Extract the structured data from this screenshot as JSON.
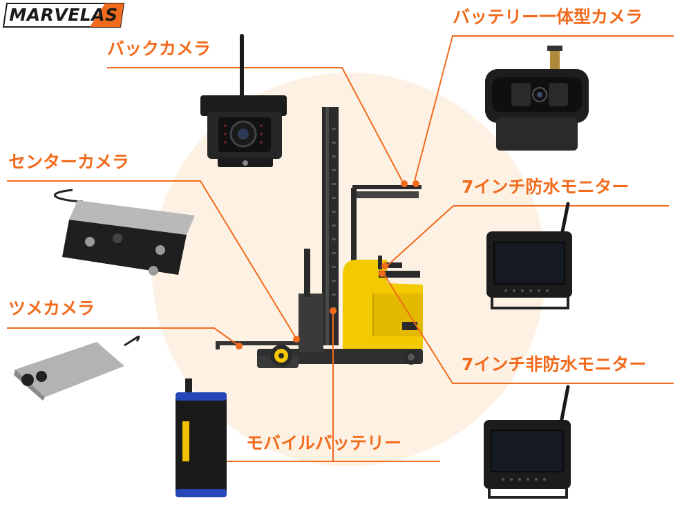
{
  "brand": {
    "logo_text": "MARVELAS",
    "accent_color": "#f26b1d"
  },
  "labels": {
    "back_camera": "バックカメラ",
    "battery_camera": "バッテリー一体型カメラ",
    "center_camera": "センターカメラ",
    "monitor_waterproof": "7インチ防水モニター",
    "fork_camera": "ツメカメラ",
    "monitor_non_waterproof": "7インチ非防水モニター",
    "mobile_battery": "モバイルバッテリー"
  },
  "colors": {
    "forklift_body": "#f3c900",
    "forklift_dark": "#3a3a3a",
    "background_circle": "#fdf1e4",
    "callout_line": "#f26b1d"
  }
}
